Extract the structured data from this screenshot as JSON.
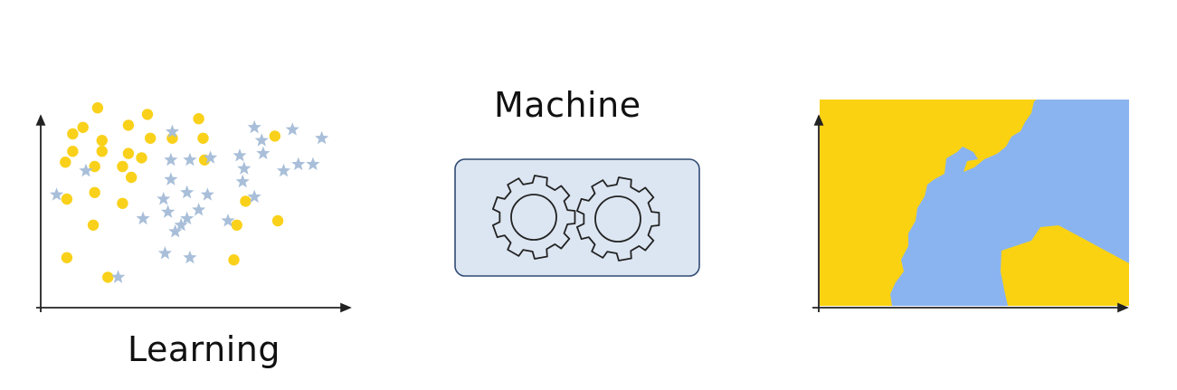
{
  "slide": {
    "word_top": "Machine",
    "word_bottom": "Learning"
  },
  "colors": {
    "class_a": "#F9D11A",
    "class_b": "#A9BFD9",
    "region_blue": "#8AB4F0",
    "region_yellow": "#FAD212",
    "machine_box_fill": "#DCE6F2",
    "machine_box_stroke": "#2F4A73",
    "axis": "#222222"
  },
  "icons": {
    "machine": "gears-icon"
  },
  "scatter": {
    "class_a_marker": "circle",
    "class_b_marker": "star",
    "class_a_points": [
      [
        1.85,
        9.2
      ],
      [
        1.35,
        8.3
      ],
      [
        2.9,
        8.4
      ],
      [
        3.55,
        8.9
      ],
      [
        5.3,
        8.7
      ],
      [
        1.0,
        8.0
      ],
      [
        2.0,
        7.7
      ],
      [
        3.65,
        7.8
      ],
      [
        4.4,
        7.8
      ],
      [
        5.45,
        7.8
      ],
      [
        7.9,
        7.9
      ],
      [
        1.0,
        7.2
      ],
      [
        2.0,
        7.2
      ],
      [
        2.9,
        7.1
      ],
      [
        3.35,
        6.9
      ],
      [
        5.5,
        6.8
      ],
      [
        0.75,
        6.7
      ],
      [
        1.75,
        6.5
      ],
      [
        2.7,
        6.5
      ],
      [
        3.0,
        6.0
      ],
      [
        0.8,
        5.0
      ],
      [
        1.75,
        5.3
      ],
      [
        2.7,
        4.8
      ],
      [
        6.9,
        4.9
      ],
      [
        1.7,
        3.8
      ],
      [
        6.6,
        3.8
      ],
      [
        8.0,
        4.0
      ],
      [
        0.8,
        2.3
      ],
      [
        2.2,
        1.4
      ],
      [
        6.5,
        2.2
      ]
    ],
    "class_b_points": [
      [
        4.4,
        8.1
      ],
      [
        7.2,
        8.3
      ],
      [
        8.5,
        8.2
      ],
      [
        9.5,
        7.8
      ],
      [
        7.45,
        7.7
      ],
      [
        7.5,
        7.1
      ],
      [
        9.2,
        6.6
      ],
      [
        8.7,
        6.6
      ],
      [
        4.35,
        6.8
      ],
      [
        5.0,
        6.8
      ],
      [
        5.7,
        6.9
      ],
      [
        6.7,
        7.0
      ],
      [
        1.45,
        6.3
      ],
      [
        6.85,
        6.4
      ],
      [
        8.2,
        6.3
      ],
      [
        4.35,
        5.9
      ],
      [
        6.8,
        5.8
      ],
      [
        0.45,
        5.2
      ],
      [
        4.9,
        5.3
      ],
      [
        5.6,
        5.2
      ],
      [
        4.1,
        5.0
      ],
      [
        7.2,
        5.1
      ],
      [
        4.25,
        4.4
      ],
      [
        5.3,
        4.5
      ],
      [
        4.9,
        4.1
      ],
      [
        3.4,
        4.1
      ],
      [
        6.3,
        4.0
      ],
      [
        4.7,
        3.8
      ],
      [
        4.5,
        3.5
      ],
      [
        4.15,
        2.5
      ],
      [
        5.0,
        2.3
      ],
      [
        2.55,
        1.4
      ]
    ]
  }
}
